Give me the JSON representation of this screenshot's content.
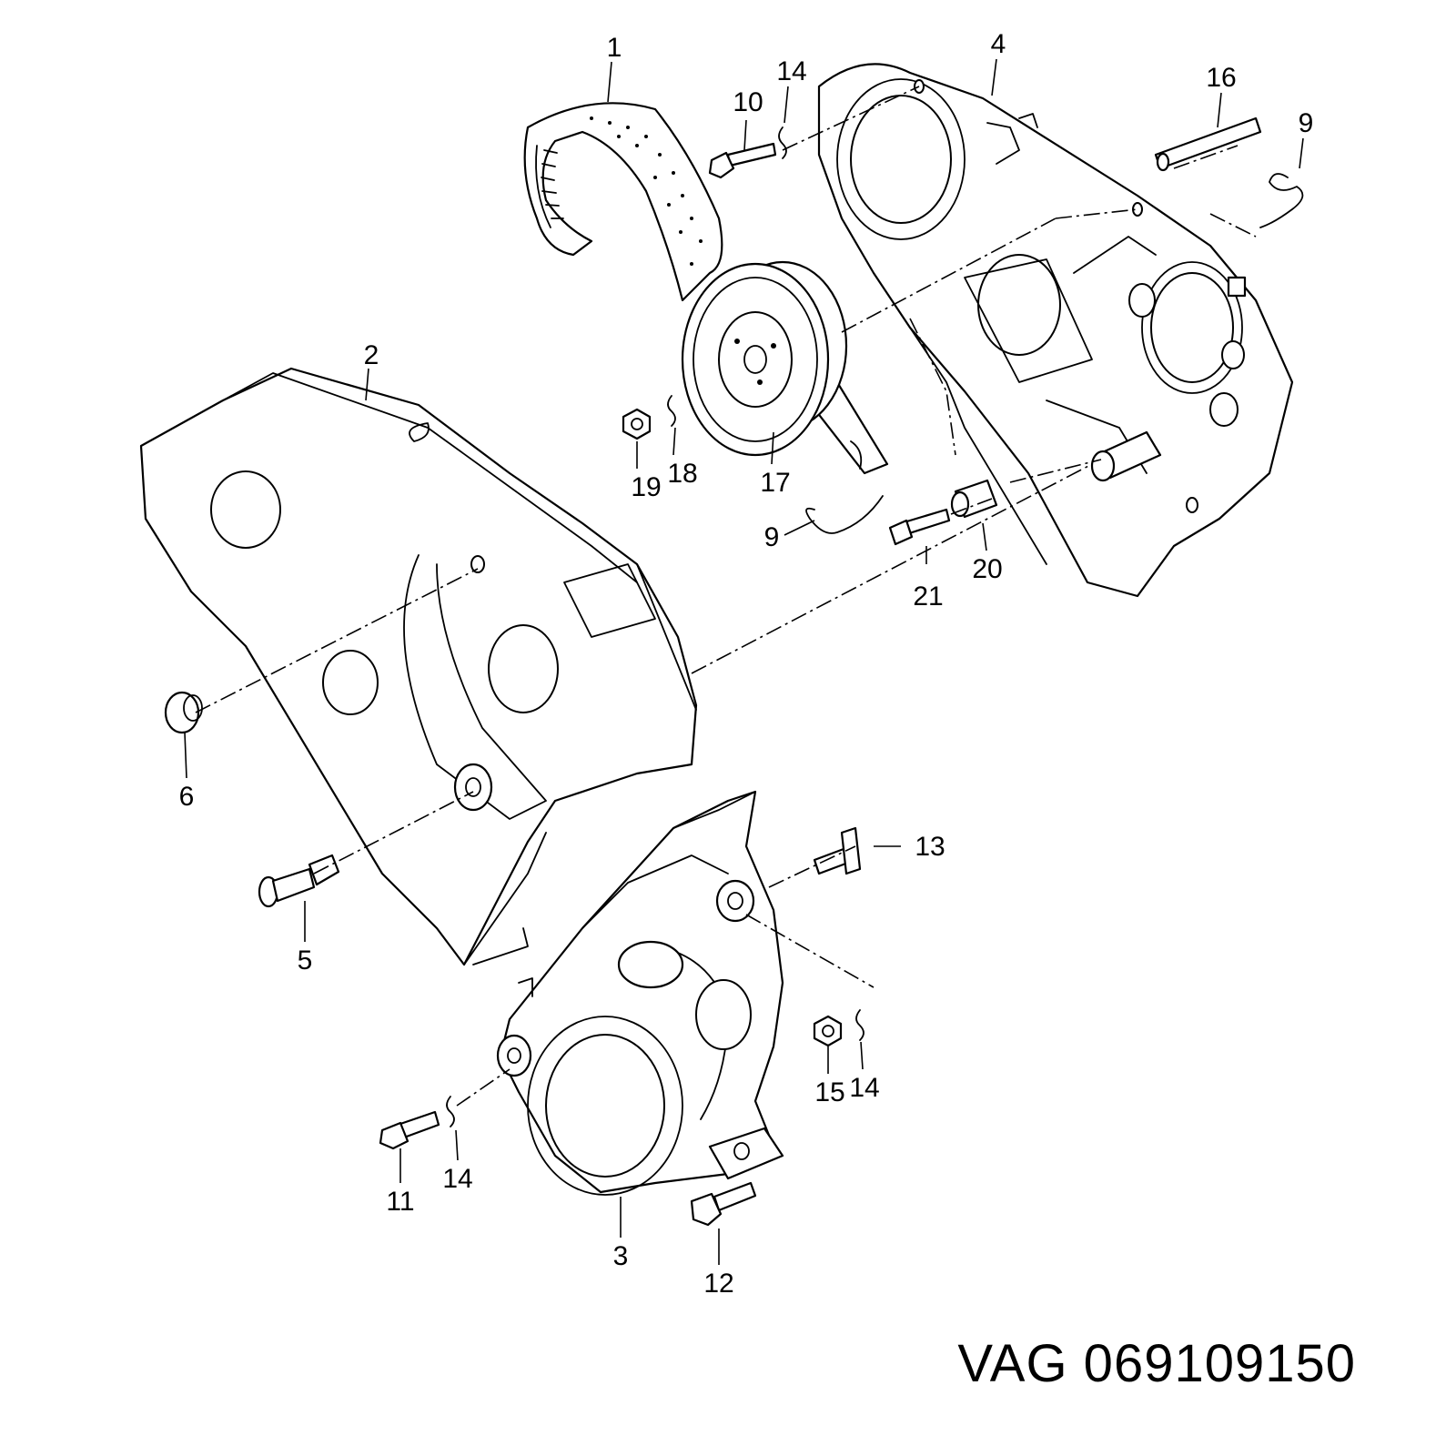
{
  "callouts": {
    "c1": "1",
    "c2": "2",
    "c3": "3",
    "c4": "4",
    "c5": "5",
    "c6": "6",
    "c9a": "9",
    "c9b": "9",
    "c10": "10",
    "c11": "11",
    "c12": "12",
    "c13": "13",
    "c14a": "14",
    "c14b": "14",
    "c14c": "14",
    "c15": "15",
    "c16": "16",
    "c17": "17",
    "c18": "18",
    "c19": "19",
    "c20": "20",
    "c21": "21"
  },
  "footer": {
    "part_number": "VAG 069109150"
  }
}
